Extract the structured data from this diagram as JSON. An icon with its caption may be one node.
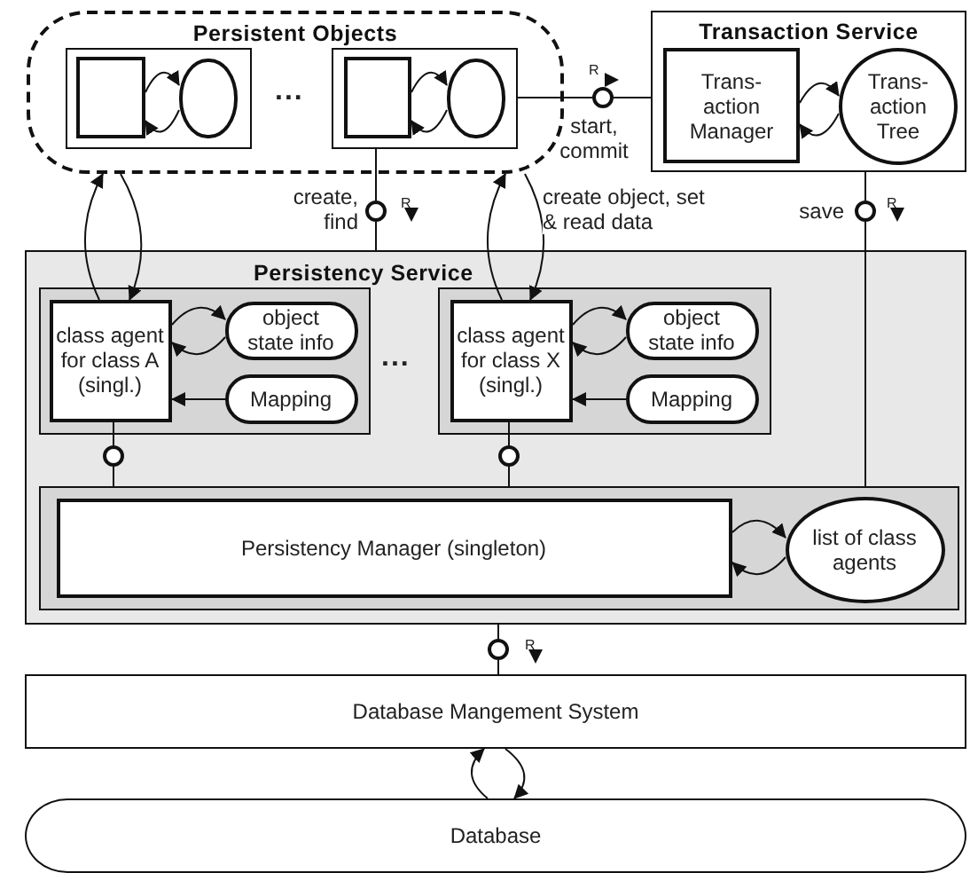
{
  "diagram": {
    "nodes": [
      {
        "text": [
          "Persistent Objects"
        ]
      },
      {
        "text": [],
        "shape": "box",
        "in": 0
      },
      {
        "text": [],
        "shape": "box",
        "in": 1
      },
      {
        "text": [],
        "shape": "ellipse",
        "in": 1
      },
      {
        "text": [],
        "shape": "box",
        "in": 0
      },
      {
        "text": [],
        "shape": "box",
        "in": 4
      },
      {
        "text": [],
        "shape": "ellipse",
        "in": 4
      },
      {
        "text": [
          "Transaction Service"
        ]
      },
      {
        "text": [
          "Trans- action Manager"
        ],
        "in": 7
      },
      {
        "text": [
          "Trans- action Tree"
        ],
        "in": 7
      },
      {
        "text": [],
        "shape": "circle",
        "beside": [
          "start, commit"
        ]
      },
      {
        "text": [],
        "shape": "circle",
        "beside": [
          "create, find"
        ]
      },
      {
        "text": [],
        "shape": "circle",
        "beside": [
          "save"
        ]
      },
      {
        "text": [
          "Persistency Service"
        ]
      },
      {
        "text": [],
        "shape": "box",
        "in": 13
      },
      {
        "text": [
          "class agent for class A (singl.)"
        ],
        "in": 14
      },
      {
        "text": [
          "object state info"
        ],
        "in": 14
      },
      {
        "text": [
          "Mapping"
        ],
        "in": 14
      },
      {
        "text": [],
        "shape": "box",
        "in": 13
      },
      {
        "text": [
          "class agent for class X (singl.)"
        ],
        "in": 18
      },
      {
        "text": [
          "object state info"
        ],
        "in": 18
      },
      {
        "text": [
          "Mapping"
        ],
        "in": 18
      },
      {
        "text": [],
        "shape": "circle",
        "in": 13
      },
      {
        "text": [],
        "shape": "circle",
        "in": 13
      },
      {
        "text": [],
        "shape": "box",
        "in": 13
      },
      {
        "text": [
          "Persistency Manager (singleton)"
        ],
        "in": 24
      },
      {
        "text": [
          "list of class agents"
        ],
        "in": 24
      },
      {
        "text": [],
        "shape": "circle"
      },
      {
        "text": [
          "Database Mangement System"
        ]
      },
      {
        "text": [
          "Database"
        ]
      }
    ],
    "edges": [
      {
        "from": 2,
        "to": 3,
        "arrow": "to"
      },
      {
        "from": 3,
        "to": 2,
        "arrow": "to"
      },
      {
        "from": 5,
        "to": 6,
        "arrow": "to"
      },
      {
        "from": 6,
        "to": 5,
        "arrow": "to"
      },
      {
        "from": 8,
        "to": 9,
        "arrow": "to"
      },
      {
        "from": 9,
        "to": 8,
        "arrow": "to"
      },
      {
        "from": 4,
        "to": 10,
        "arrow": "none"
      },
      {
        "from": 10,
        "to": 7,
        "arrow": "none"
      },
      {
        "from": 4,
        "to": 11,
        "arrow": "none"
      },
      {
        "from": 11,
        "to": 13,
        "arrow": "none"
      },
      {
        "from": 7,
        "to": 12,
        "arrow": "none"
      },
      {
        "from": 12,
        "to": 24,
        "arrow": "none"
      },
      {
        "from": 0,
        "to": 15,
        "arrow": "to"
      },
      {
        "from": 15,
        "to": 0,
        "arrow": "to"
      },
      {
        "from": 0,
        "to": 19,
        "arrow": "to",
        "label": "create object, set & read data"
      },
      {
        "from": 19,
        "to": 0,
        "arrow": "to"
      },
      {
        "from": 15,
        "to": 16,
        "arrow": "to"
      },
      {
        "from": 16,
        "to": 15,
        "arrow": "to"
      },
      {
        "from": 17,
        "to": 15,
        "arrow": "to"
      },
      {
        "from": 19,
        "to": 20,
        "arrow": "to"
      },
      {
        "from": 20,
        "to": 19,
        "arrow": "to"
      },
      {
        "from": 21,
        "to": 19,
        "arrow": "to"
      },
      {
        "from": 15,
        "to": 22,
        "arrow": "none"
      },
      {
        "from": 22,
        "to": 24,
        "arrow": "none"
      },
      {
        "from": 19,
        "to": 23,
        "arrow": "none"
      },
      {
        "from": 23,
        "to": 24,
        "arrow": "none"
      },
      {
        "from": 25,
        "to": 26,
        "arrow": "to"
      },
      {
        "from": 26,
        "to": 25,
        "arrow": "to"
      },
      {
        "from": 13,
        "to": 27,
        "arrow": "none"
      },
      {
        "from": 27,
        "to": 28,
        "arrow": "none"
      },
      {
        "from": 28,
        "to": 29,
        "arrow": "to"
      },
      {
        "from": 29,
        "to": 28,
        "arrow": "to"
      }
    ],
    "labels": [
      "R",
      "...",
      "R",
      "R",
      "...",
      "R"
    ]
  }
}
